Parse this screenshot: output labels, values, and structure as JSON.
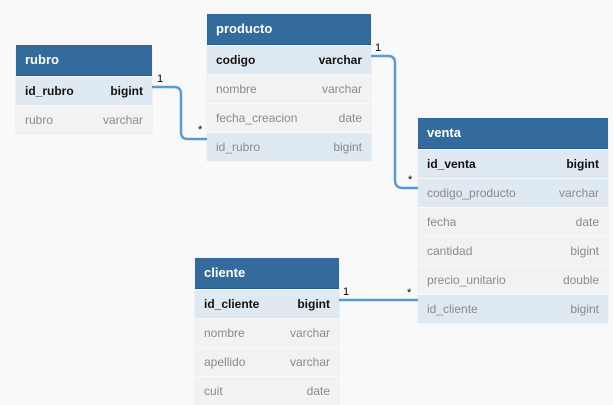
{
  "colors": {
    "header": "#336b9c",
    "key_row": "#dfe9f2",
    "body": "#f2f2f2",
    "link": "#5b9bd5"
  },
  "tables": {
    "rubro": {
      "name": "rubro",
      "columns": [
        {
          "name": "id_rubro",
          "type": "bigint"
        },
        {
          "name": "rubro",
          "type": "varchar"
        }
      ]
    },
    "producto": {
      "name": "producto",
      "columns": [
        {
          "name": "codigo",
          "type": "varchar"
        },
        {
          "name": "nombre",
          "type": "varchar"
        },
        {
          "name": "fecha_creacion",
          "type": "date"
        },
        {
          "name": "id_rubro",
          "type": "bigint"
        }
      ]
    },
    "venta": {
      "name": "venta",
      "columns": [
        {
          "name": "id_venta",
          "type": "bigint"
        },
        {
          "name": "codigo_producto",
          "type": "varchar"
        },
        {
          "name": "fecha",
          "type": "date"
        },
        {
          "name": "cantidad",
          "type": "bigint"
        },
        {
          "name": "precio_unitario",
          "type": "double"
        },
        {
          "name": "id_cliente",
          "type": "bigint"
        }
      ]
    },
    "cliente": {
      "name": "cliente",
      "columns": [
        {
          "name": "id_cliente",
          "type": "bigint"
        },
        {
          "name": "nombre",
          "type": "varchar"
        },
        {
          "name": "apellido",
          "type": "varchar"
        },
        {
          "name": "cuit",
          "type": "date"
        }
      ]
    }
  },
  "relationships": [
    {
      "from": "rubro.id_rubro",
      "to": "producto.id_rubro",
      "from_card": "1",
      "to_card": "*"
    },
    {
      "from": "producto.codigo",
      "to": "venta.codigo_producto",
      "from_card": "1",
      "to_card": "*"
    },
    {
      "from": "cliente.id_cliente",
      "to": "venta.id_cliente",
      "from_card": "1",
      "to_card": "*"
    }
  ]
}
